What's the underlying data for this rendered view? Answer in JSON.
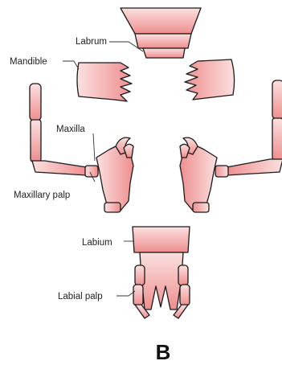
{
  "figure": {
    "panel_letter": "B",
    "labels": {
      "labrum": "Labrum",
      "mandible": "Mandible",
      "maxilla": "Maxilla",
      "maxillary_palp": "Maxillary palp",
      "labium": "Labium",
      "labial_palp": "Labial palp"
    },
    "colors": {
      "fill_light": "#FBE0E0",
      "fill_dark": "#EE8E8E",
      "outline": "#1A1A1A"
    }
  }
}
